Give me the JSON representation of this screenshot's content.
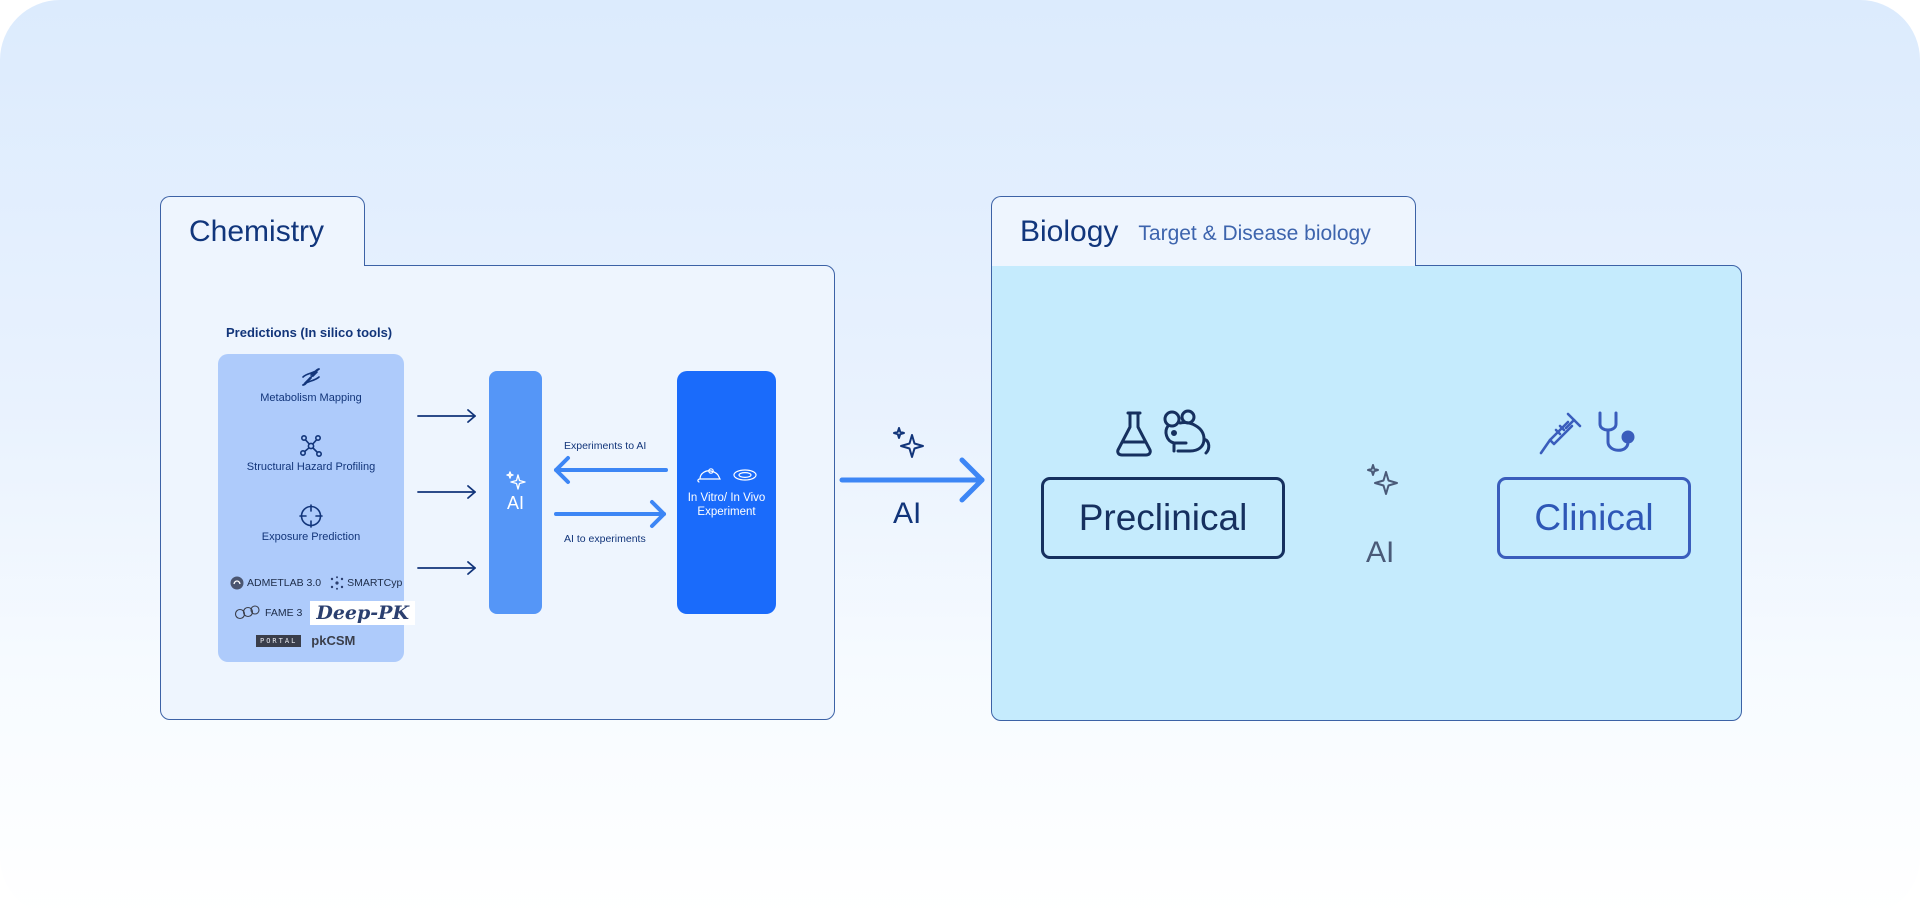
{
  "chemistry": {
    "tab_title": "Chemistry",
    "predictions_title": "Predictions (In silico tools)",
    "tools": [
      {
        "label": "Metabolism Mapping",
        "icon": "dna-icon"
      },
      {
        "label": "Structural Hazard Profiling",
        "icon": "molecule-network-icon"
      },
      {
        "label": "Exposure Prediction",
        "icon": "crosshair-icon"
      }
    ],
    "logos": {
      "admetlab": "ADMETLAB 3.0",
      "smartcyp": "SMARTCyp",
      "fame": "FAME 3",
      "deep_pk": "Deep-PK",
      "portal": "PORTAL",
      "pkcsm": "pkCSM"
    },
    "ai_label": "AI",
    "experiments_to_ai": "Experiments to AI",
    "ai_to_experiments": "AI to experiments",
    "experiment_label": "In Vitro/ In Vivo Experiment"
  },
  "connector": {
    "ai_label": "AI"
  },
  "biology": {
    "tab_title": "Biology",
    "tab_subtitle": "Target & Disease biology",
    "preclinical_label": "Preclinical",
    "clinical_label": "Clinical",
    "ai_label": "AI"
  },
  "colors": {
    "navy": "#12357a",
    "accent_blue": "#1a6bfb",
    "ai_bar_blue": "#5596f7",
    "tools_bg": "#aecbfb",
    "biology_bg": "#c5ebfd",
    "arrow_blue": "#3d86f5"
  }
}
